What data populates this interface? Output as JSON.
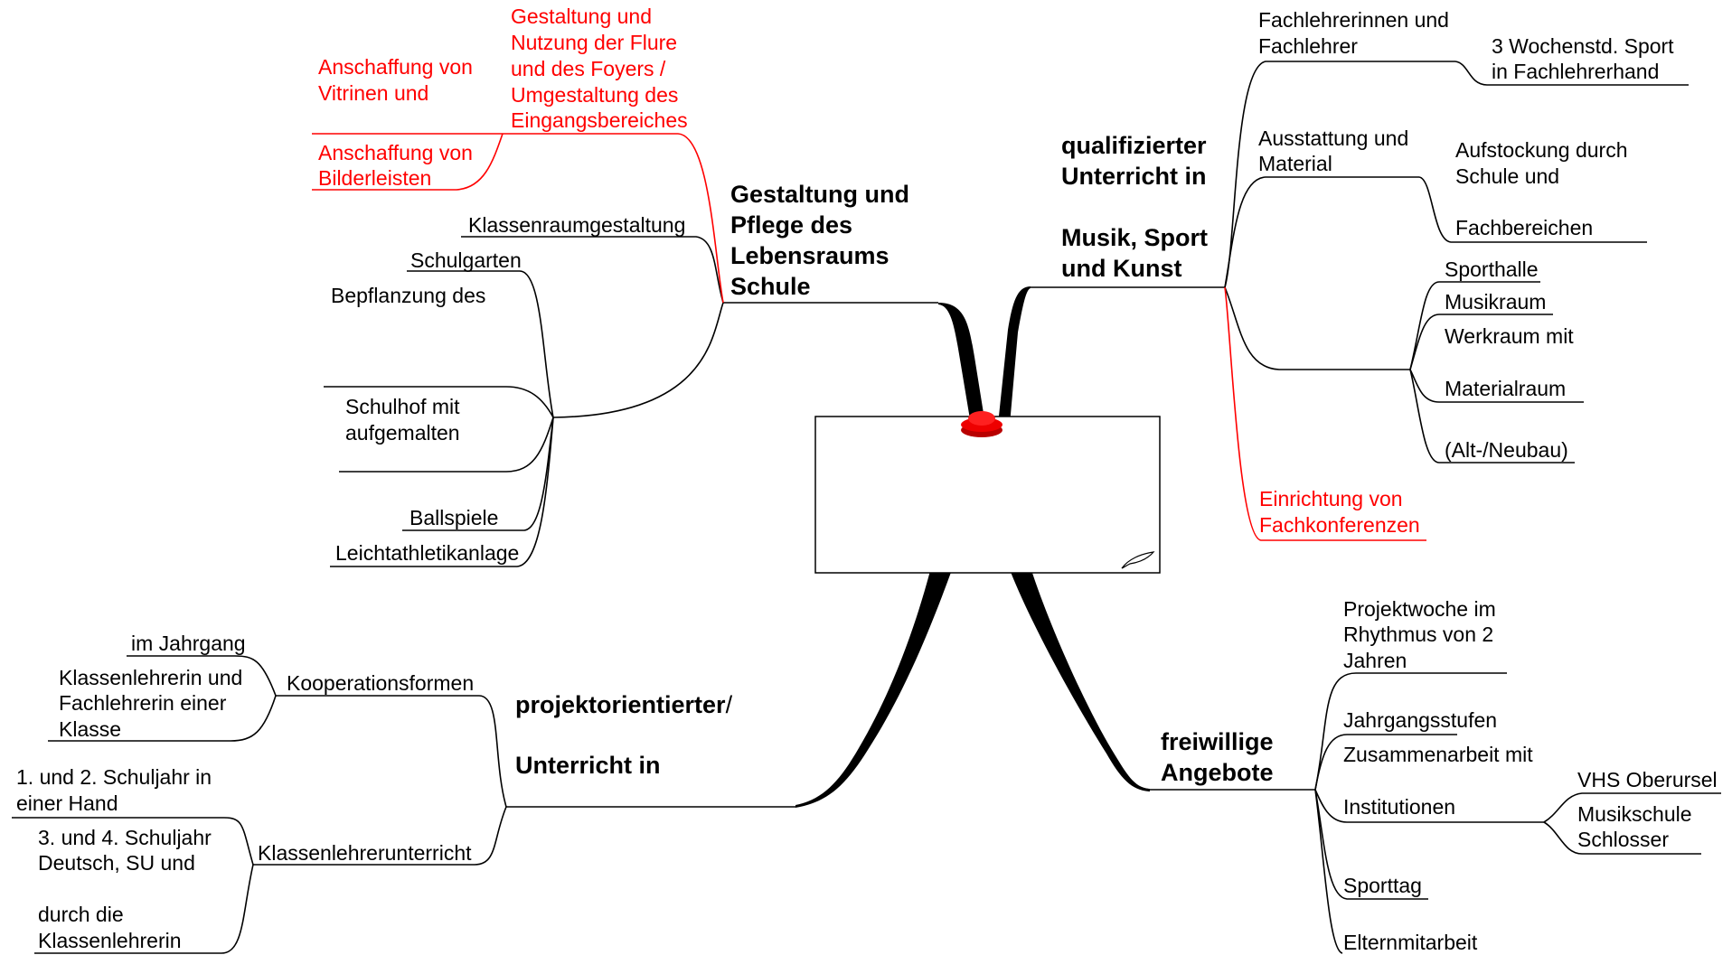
{
  "colors": {
    "line": "#000000",
    "red_branch": "#ff0000",
    "pin": "#ee0000",
    "background": "#ffffff"
  },
  "icons": {
    "center_pin": "red-pushpin-icon",
    "page_curl": "page-curl-icon"
  },
  "branches": {
    "gestaltung": {
      "title": [
        "Gestaltung und",
        "Pflege des",
        "Lebensraums",
        "Schule"
      ],
      "red_items": {
        "flure": [
          "Gestaltung und",
          "Nutzung der Flure",
          "und des Foyers /",
          "Umgestaltung des",
          "Eingangsbereiches"
        ],
        "vitrinen": [
          "Anschaffung von",
          "Vitrinen und"
        ],
        "bilderleisten": [
          "Anschaffung von",
          "Bilderleisten"
        ]
      },
      "items": {
        "klassenraum": "Klassenraumgestaltung",
        "schulgarten": "Schulgarten",
        "bepflanzung": "Bepflanzung des",
        "schulhof": [
          "Schulhof mit",
          "aufgemalten"
        ],
        "ballspiele": "Ballspiele",
        "leichtathletik": "Leichtathletikanlage"
      }
    },
    "qualifiziert": {
      "title": [
        "qualifizierter",
        "Unterricht in",
        "",
        "Musik, Sport",
        "und Kunst"
      ],
      "items": {
        "fachlehrer": [
          "Fachlehrerinnen und",
          "Fachlehrer"
        ],
        "wochenstd": [
          "3 Wochenstd. Sport",
          "in Fachlehrerhand"
        ],
        "ausstattung": [
          "Ausstattung und",
          "Material"
        ],
        "aufstockung": [
          "Aufstockung durch",
          "Schule und"
        ],
        "fachbereichen": "Fachbereichen",
        "sporthalle": "Sporthalle",
        "musikraum": "Musikraum",
        "werkraum": "Werkraum mit",
        "materialraum": "Materialraum",
        "altneubau": "(Alt-/Neubau)"
      },
      "red_items": {
        "fachkonferenzen": [
          "Einrichtung von",
          "Fachkonferenzen"
        ]
      }
    },
    "projekt": {
      "title_line1": "projektorientierter",
      "title_slash": "/",
      "title_line2": "Unterricht in",
      "items": {
        "kooperation": "Kooperationsformen",
        "jahrgang": "im Jahrgang",
        "klassenlehrerin": [
          "Klassenlehrerin und",
          "Fachlehrerin einer",
          "Klasse"
        ],
        "klassenlehrerunterricht": "Klassenlehrerunterricht",
        "schuljahr12": [
          "1. und 2. Schuljahr in",
          "einer Hand"
        ],
        "schuljahr34": [
          "3. und 4. Schuljahr",
          "Deutsch, SU und"
        ],
        "durchdie": [
          "durch die",
          "Klassenlehrerin"
        ]
      }
    },
    "freiwillig": {
      "title": [
        "freiwillige",
        "Angebote"
      ],
      "items": {
        "projektwoche": [
          "Projektwoche im",
          "Rhythmus von 2",
          "Jahren"
        ],
        "jahrgangsstufen": "Jahrgangsstufen",
        "zusammenarbeit": "Zusammenarbeit mit",
        "institutionen": "Institutionen",
        "vhs": "VHS Oberursel",
        "musikschule": [
          "Musikschule",
          "Schlosser"
        ],
        "sporttag": "Sporttag",
        "elternmitarbeit": "Elternmitarbeit"
      }
    }
  }
}
